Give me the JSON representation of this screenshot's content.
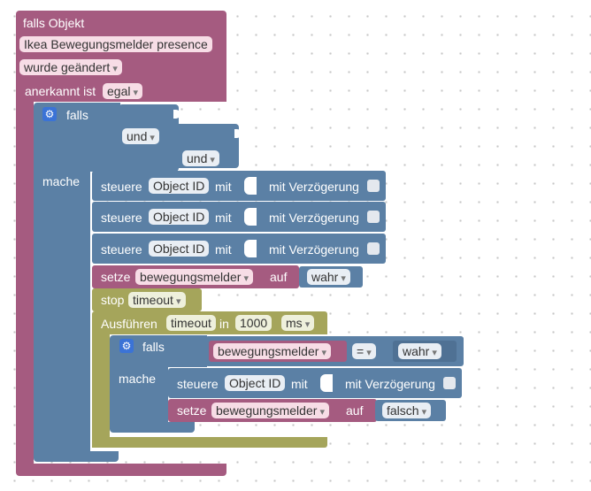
{
  "event_block": {
    "title": "falls Objekt",
    "object_name": "Ikea Bewegungsmelder presence",
    "trigger": "wurde geändert",
    "ack_label": "anerkannt ist",
    "ack_value": "egal"
  },
  "if_block": {
    "label_if": "falls",
    "label_do": "mache",
    "logic1": "und",
    "logic2": "und"
  },
  "control_blocks": [
    {
      "prefix": "steuere",
      "object": "Object ID",
      "with": "mit",
      "delay_label": "mit Verzögerung"
    },
    {
      "prefix": "steuere",
      "object": "Object ID",
      "with": "mit",
      "delay_label": "mit Verzögerung"
    },
    {
      "prefix": "steuere",
      "object": "Object ID",
      "with": "mit",
      "delay_label": "mit Verzögerung"
    }
  ],
  "set_var_1": {
    "label": "setze",
    "variable": "bewegungsmelder",
    "to": "auf",
    "value": "wahr"
  },
  "stop_block": {
    "label": "stop",
    "value": "timeout"
  },
  "timeout_block": {
    "label": "Ausführen",
    "name": "timeout",
    "in": "in",
    "delay": "1000",
    "unit": "ms"
  },
  "inner_if": {
    "label_if": "falls",
    "label_do": "mache",
    "compare_var": "bewegungsmelder",
    "operator": "=",
    "compare_value": "wahr"
  },
  "inner_control": {
    "prefix": "steuere",
    "object": "Object ID",
    "with": "mit",
    "delay_label": "mit Verzögerung"
  },
  "set_var_2": {
    "label": "setze",
    "variable": "bewegungsmelder",
    "to": "auf",
    "value": "falsch"
  },
  "colors": {
    "event": "#a55b80",
    "logic": "#5b80a5",
    "timeout": "#a5a55b",
    "workspace": "#ffffff"
  }
}
